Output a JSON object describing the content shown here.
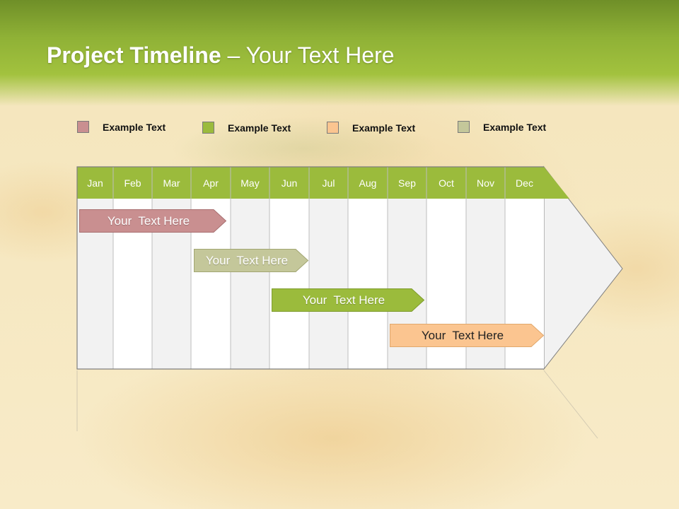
{
  "title": {
    "bold": "Project Timeline",
    "normal": " – Your Text Here"
  },
  "legend": [
    {
      "label": "Example Text",
      "color": "#c98f90"
    },
    {
      "label": "Example Text",
      "color": "#9bbb3c"
    },
    {
      "label": "Example Text",
      "color": "#fbc590"
    },
    {
      "label": "Example Text",
      "color": "#c4c79a"
    }
  ],
  "months": [
    "Jan",
    "Feb",
    "Mar",
    "Apr",
    "May",
    "Jun",
    "Jul",
    "Aug",
    "Sep",
    "Oct",
    "Nov",
    "Dec"
  ],
  "colors": {
    "header": "#9bbb3c",
    "col_light": "#ffffff",
    "col_shade": "#f2f2f2",
    "grid_line": "#bdbdbd",
    "border": "#7f7f7f"
  },
  "tasks": [
    {
      "label": "Your  Text Here",
      "fill": "#c98f90",
      "stroke": "#a86f70",
      "text_color": "#ffffff"
    },
    {
      "label": "Your  Text Here",
      "fill": "#c4c79a",
      "stroke": "#a2a672",
      "text_color": "#ffffff"
    },
    {
      "label": "Your  Text Here",
      "fill": "#9bbb3c",
      "stroke": "#7e9c2c",
      "text_color": "#ffffff"
    },
    {
      "label": "Your  Text Here",
      "fill": "#fbc590",
      "stroke": "#e1a86c",
      "text_color": "#222222"
    }
  ]
}
